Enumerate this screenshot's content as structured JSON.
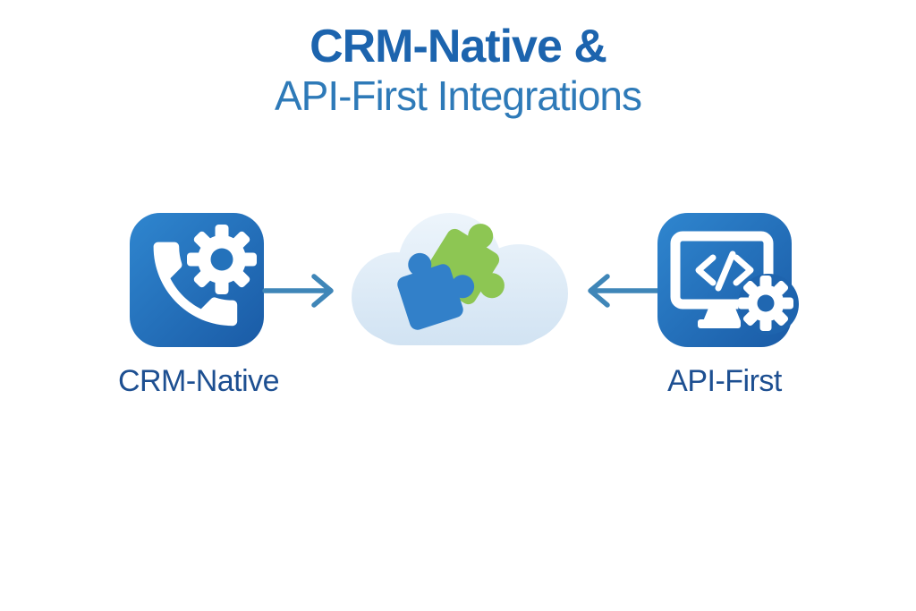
{
  "title": {
    "line1": "CRM-Native &",
    "line2": "API-First Integrations"
  },
  "diagram": {
    "left_node": {
      "label": "CRM-Native",
      "icon": "phone-gear-icon"
    },
    "center_node": {
      "icon": "cloud-puzzle-icon"
    },
    "right_node": {
      "label": "API-First",
      "icon": "monitor-code-gear-icon"
    },
    "arrows": [
      {
        "name": "crm-to-cloud-arrow",
        "direction": "right"
      },
      {
        "name": "api-to-cloud-arrow",
        "direction": "left"
      }
    ]
  },
  "colors": {
    "title_line1": "#1c64ae",
    "title_line2": "#2e7ab8",
    "node_label": "#1d4f91",
    "app_icon_gradient_start": "#2f86cf",
    "app_icon_gradient_end": "#1a5ba6",
    "arrow": "#3f86b8",
    "cloud_gradient_start": "#eff6fc",
    "cloud_gradient_end": "#d0e2f2",
    "puzzle_green_start": "#8dc653",
    "puzzle_green_end": "#3c8c2e",
    "puzzle_blue_start": "#3280c9",
    "puzzle_blue_end": "#1b5ca6",
    "background": "#ffffff"
  }
}
